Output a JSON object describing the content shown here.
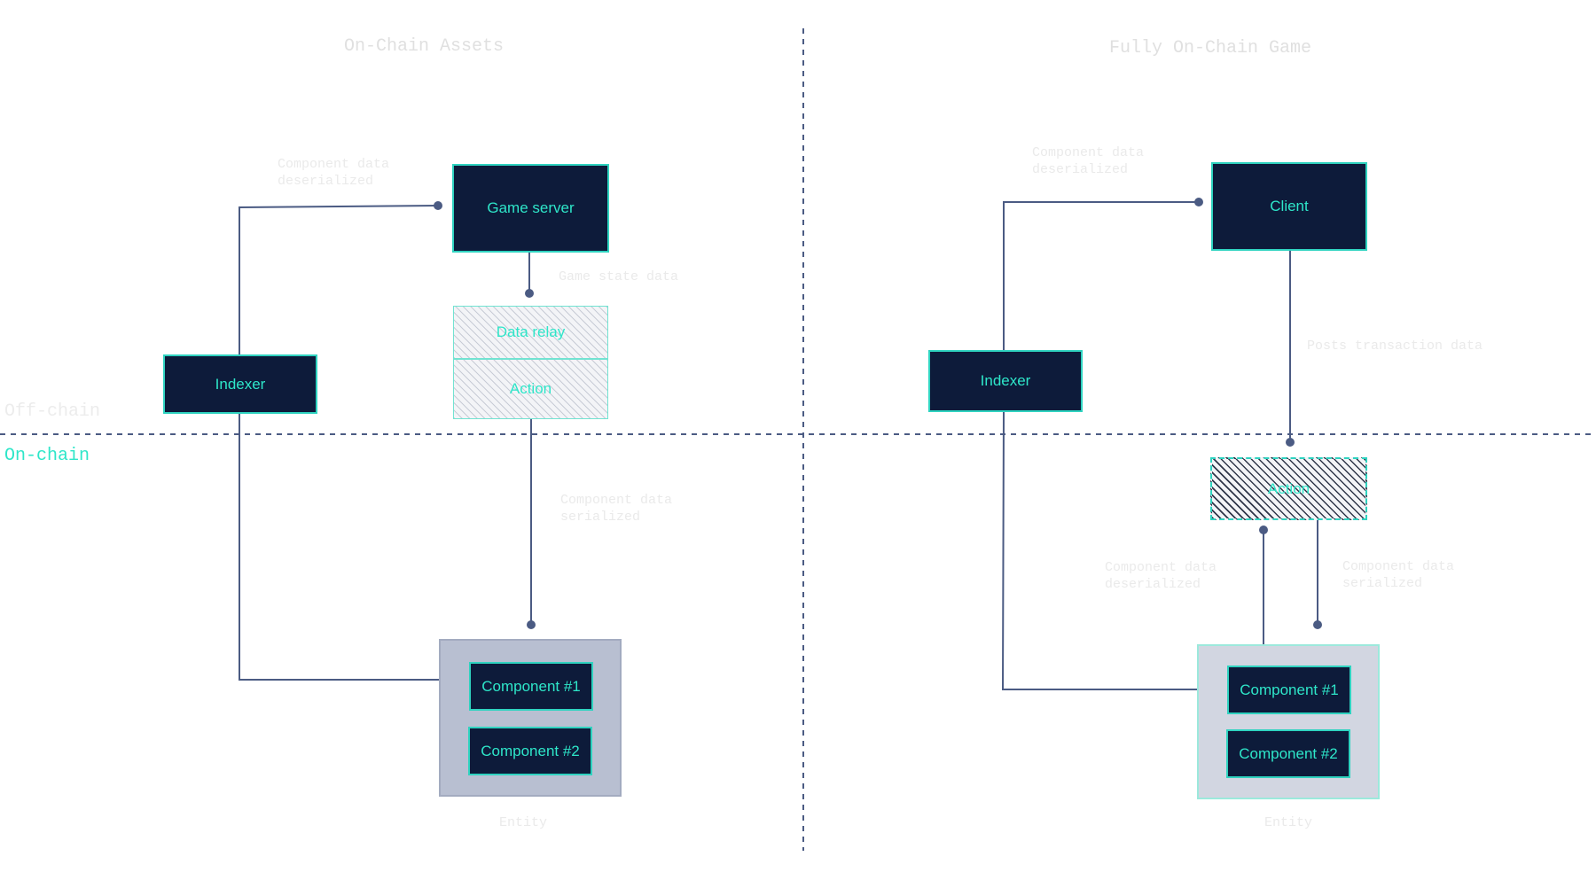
{
  "left": {
    "title": "On-Chain Assets",
    "game_server": "Game server",
    "indexer": "Indexer",
    "data_relay": "Data relay",
    "action": "Action",
    "component_1": "Component #1",
    "component_2": "Component #2",
    "entity": "Entity",
    "edge_indexer_server": "Component data\ndeserialized",
    "edge_server_relay": "Game state data",
    "edge_action_entity": "Component data\nserialized"
  },
  "right": {
    "title": "Fully On-Chain Game",
    "client": "Client",
    "indexer": "Indexer",
    "action": "Action",
    "component_1": "Component #1",
    "component_2": "Component #2",
    "entity": "Entity",
    "edge_indexer_client": "Component data\ndeserialized",
    "edge_client_action": "Posts transaction data",
    "edge_entity_action": "Component data\ndeserialized",
    "edge_action_entity": "Component data\nserialized"
  },
  "zones": {
    "off_chain": "Off-chain",
    "on_chain": "On-chain"
  },
  "colors": {
    "node_fill": "#0d1b3a",
    "accent": "#2ee6c9",
    "connector": "#4b5b83",
    "entity_left": "#b8bfd1",
    "entity_right": "#d2d6e1"
  }
}
